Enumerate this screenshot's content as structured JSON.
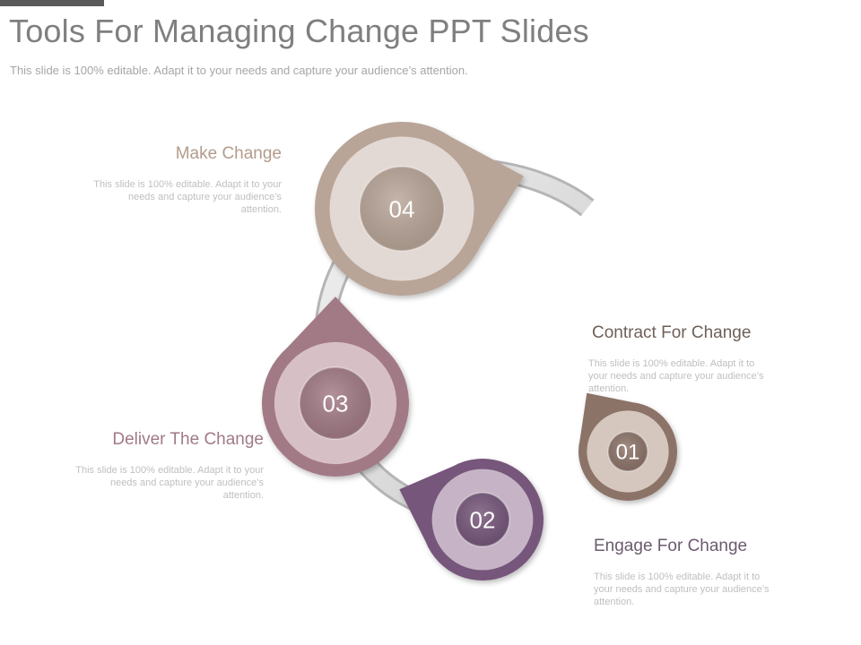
{
  "slide": {
    "title": "Tools For Managing Change PPT Slides",
    "subtitle": "This slide is 100% editable. Adapt it to your needs and capture your audience’s attention."
  },
  "steps": [
    {
      "number": "01",
      "heading": "Contract For Change",
      "description": "This slide is 100% editable. Adapt it to your needs and capture your audience’s attention.",
      "color": "#8c7368",
      "ring_color": "#d5c6be",
      "heading_color": "#6f5f58"
    },
    {
      "number": "02",
      "heading": "Engage For Change",
      "description": "This slide is 100% editable. Adapt it to your needs and capture your audience’s attention.",
      "color": "#76567a",
      "ring_color": "#c6b4c6",
      "heading_color": "#6b5a6e"
    },
    {
      "number": "03",
      "heading": "Deliver The Change",
      "description": "This slide is 100% editable. Adapt it to your needs and capture your audience’s attention.",
      "color": "#a27a86",
      "ring_color": "#d6c0c6",
      "heading_color": "#a07a86"
    },
    {
      "number": "04",
      "heading": "Make Change",
      "description": "This slide is 100% editable. Adapt it to your needs and capture your audience’s attention.",
      "color": "#b9a598",
      "ring_color": "#e3d9d4",
      "heading_color": "#b39b8c"
    }
  ]
}
